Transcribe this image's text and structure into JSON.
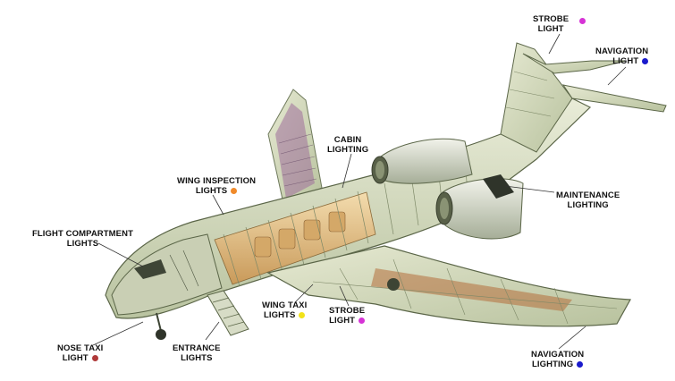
{
  "callouts": {
    "strobe_tail": {
      "lines": [
        "STROBE",
        "LIGHT"
      ],
      "color": "#d633d6"
    },
    "nav_tail": {
      "lines": [
        "NAVIGATION",
        "LIGHT"
      ],
      "color": "#1a1acc"
    },
    "cabin": {
      "lines": [
        "CABIN",
        "LIGHTING"
      ]
    },
    "wing_inspection": {
      "lines": [
        "WING INSPECTION",
        "LIGHTS"
      ],
      "color": "#f08a2a"
    },
    "maintenance": {
      "lines": [
        "MAINTENANCE",
        "LIGHTING"
      ]
    },
    "flight_compartment": {
      "lines": [
        "FLIGHT COMPARTMENT",
        "LIGHTS"
      ]
    },
    "wing_taxi": {
      "lines": [
        "WING TAXI",
        "LIGHTS"
      ],
      "color": "#f2e21a"
    },
    "strobe_wing": {
      "lines": [
        "STROBE",
        "LIGHT"
      ],
      "color": "#d633d6"
    },
    "nose_taxi": {
      "lines": [
        "NOSE TAXI",
        "LIGHT"
      ],
      "color": "#b03a3a"
    },
    "entrance": {
      "lines": [
        "ENTRANCE",
        "LIGHTS"
      ]
    },
    "nav_wing": {
      "lines": [
        "NAVIGATION",
        "LIGHTING"
      ],
      "color": "#1a1acc"
    }
  }
}
